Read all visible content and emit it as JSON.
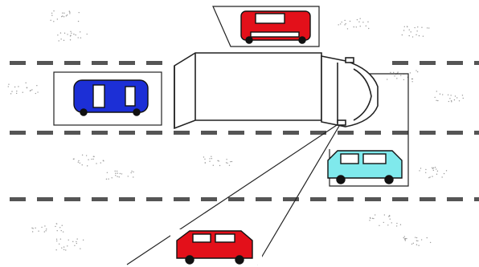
{
  "scene": {
    "background": "#ffffff",
    "line_color": "#222222",
    "road_marking_color": "#555555",
    "speckle_color": "#9a9a9a",
    "window_color": "#ffffff"
  },
  "vehicles": {
    "truck": {
      "body_color": "#ffffff",
      "outline_color": "#222222"
    },
    "blue_car": {
      "color": "#1c2fd6",
      "view": "top"
    },
    "cyan_car": {
      "color": "#7fe9ec",
      "view": "side"
    },
    "red_car_top": {
      "color": "#e3101a",
      "view": "rear"
    },
    "red_car_bottom": {
      "color": "#e3101a",
      "view": "side"
    }
  },
  "mirror_zones": {
    "driver_side": {
      "covers": "blue_car"
    },
    "passenger_side": {
      "covers": "cyan_car"
    },
    "wide_angle": {
      "covers": "red_car_bottom"
    },
    "front": {
      "covers": "red_car_top"
    }
  }
}
